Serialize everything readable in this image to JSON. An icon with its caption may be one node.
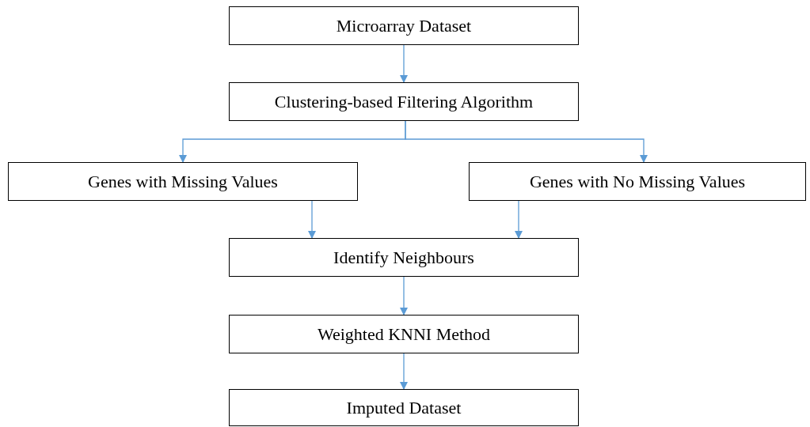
{
  "diagram": {
    "nodes": [
      {
        "text": [
          "Microarray Dataset"
        ]
      },
      {
        "text": [
          "Clustering-based Filtering Algorithm"
        ]
      },
      {
        "text": [
          "Genes with Missing Values"
        ]
      },
      {
        "text": [
          "Genes with No Missing Values"
        ]
      },
      {
        "text": [
          "Identify Neighbours"
        ]
      },
      {
        "text": [
          "Weighted KNNI Method"
        ]
      },
      {
        "text": [
          "Imputed Dataset"
        ]
      }
    ],
    "edges": [
      {
        "from": 0,
        "to": 1,
        "arrow": "to"
      },
      {
        "from": 1,
        "to": 2,
        "arrow": "to"
      },
      {
        "from": 1,
        "to": 3,
        "arrow": "to"
      },
      {
        "from": 2,
        "to": 4,
        "arrow": "to"
      },
      {
        "from": 3,
        "to": 4,
        "arrow": "to"
      },
      {
        "from": 4,
        "to": 5,
        "arrow": "to"
      },
      {
        "from": 5,
        "to": 6,
        "arrow": "to"
      }
    ]
  }
}
